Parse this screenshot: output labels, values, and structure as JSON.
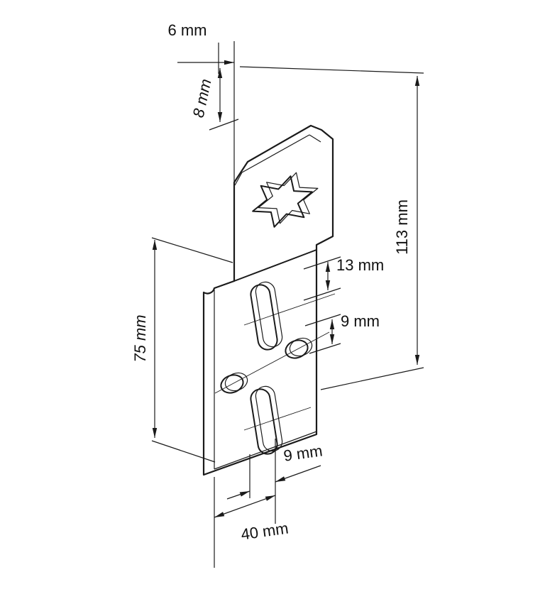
{
  "drawing": {
    "title": "Mounting bracket technical drawing",
    "background": "#ffffff",
    "line_color": "#1a1a1a",
    "dimensions": {
      "top_width": "6 mm",
      "top_offset": "8 mm",
      "overall_height": "113 mm",
      "slot_to_edge": "13 mm",
      "hole_spacing": "9 mm",
      "plate_height": "75 mm",
      "slot_width": "9 mm",
      "plate_width": "40 mm"
    }
  }
}
